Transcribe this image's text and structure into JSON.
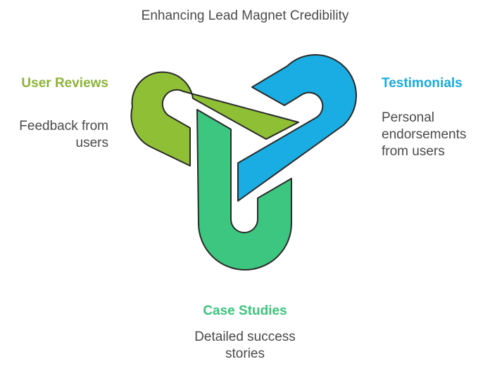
{
  "title": "Enhancing Lead Magnet Credibility",
  "colors": {
    "user_reviews": "#8fbf35",
    "testimonials": "#19ade3",
    "case_studies": "#3cc67f",
    "outline": "#2a2a2a"
  },
  "user_reviews": {
    "label": "User Reviews",
    "description": [
      "Feedback from",
      "users"
    ]
  },
  "testimonials": {
    "label": "Testimonials",
    "description": [
      "Personal",
      "endorsements",
      "from users"
    ]
  },
  "case_studies": {
    "label": "Case Studies",
    "description": [
      "Detailed success",
      "stories"
    ]
  }
}
